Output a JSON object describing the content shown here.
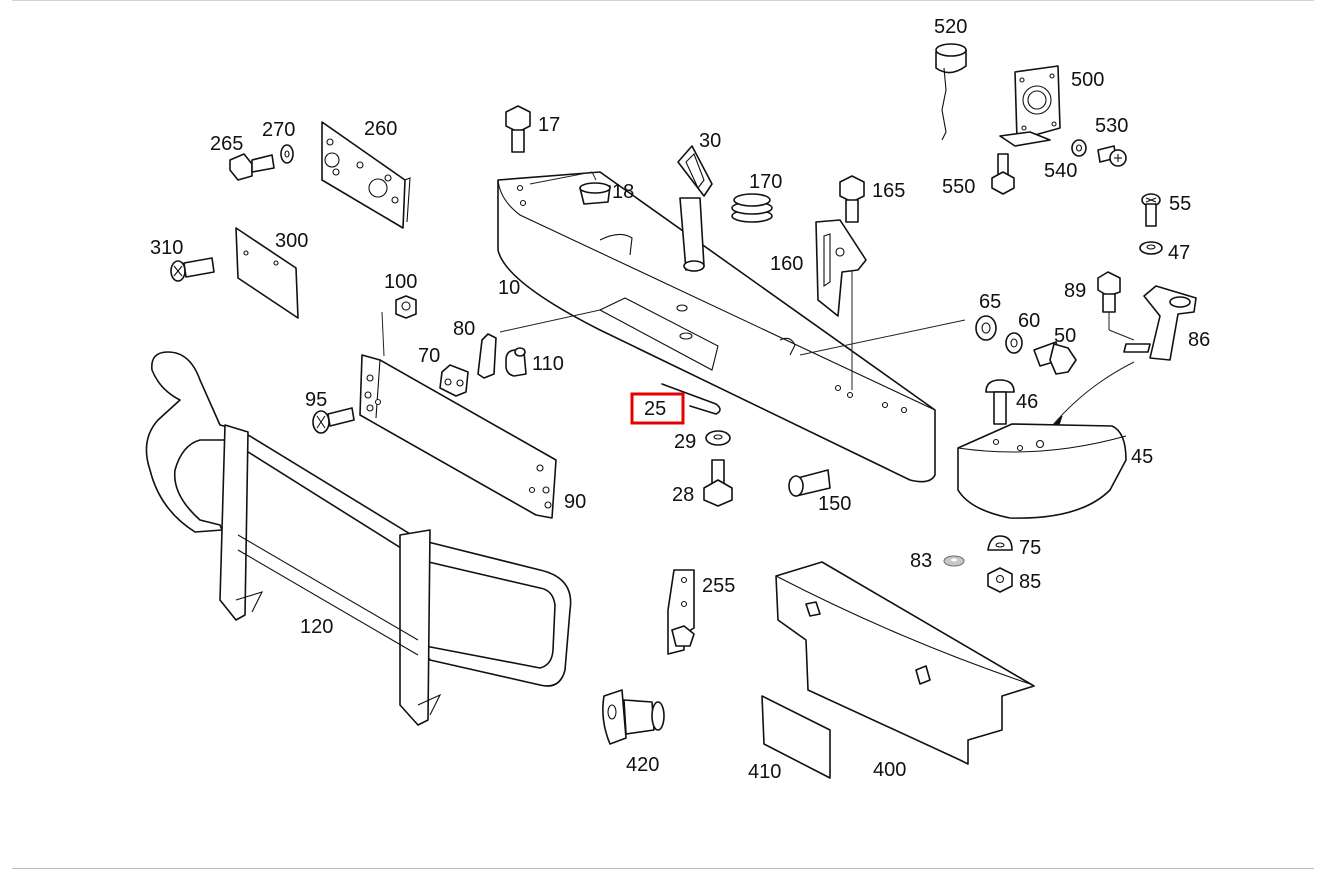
{
  "highlighted_part": "25",
  "highlight_color": "#e60000",
  "callouts": {
    "p10": "10",
    "p17": "17",
    "p18": "18",
    "p25": "25",
    "p28": "28",
    "p29": "29",
    "p30": "30",
    "p45": "45",
    "p46": "46",
    "p47": "47",
    "p50": "50",
    "p55": "55",
    "p60": "60",
    "p65": "65",
    "p70": "70",
    "p75": "75",
    "p80": "80",
    "p83": "83",
    "p85": "85",
    "p86": "86",
    "p89": "89",
    "p90": "90",
    "p95": "95",
    "p100": "100",
    "p110": "110",
    "p120": "120",
    "p150": "150",
    "p160": "160",
    "p165": "165",
    "p170": "170",
    "p255": "255",
    "p260": "260",
    "p265": "265",
    "p270": "270",
    "p300": "300",
    "p310": "310",
    "p400": "400",
    "p410": "410",
    "p420": "420",
    "p500": "500",
    "p520": "520",
    "p530": "530",
    "p540": "540",
    "p550": "550"
  }
}
